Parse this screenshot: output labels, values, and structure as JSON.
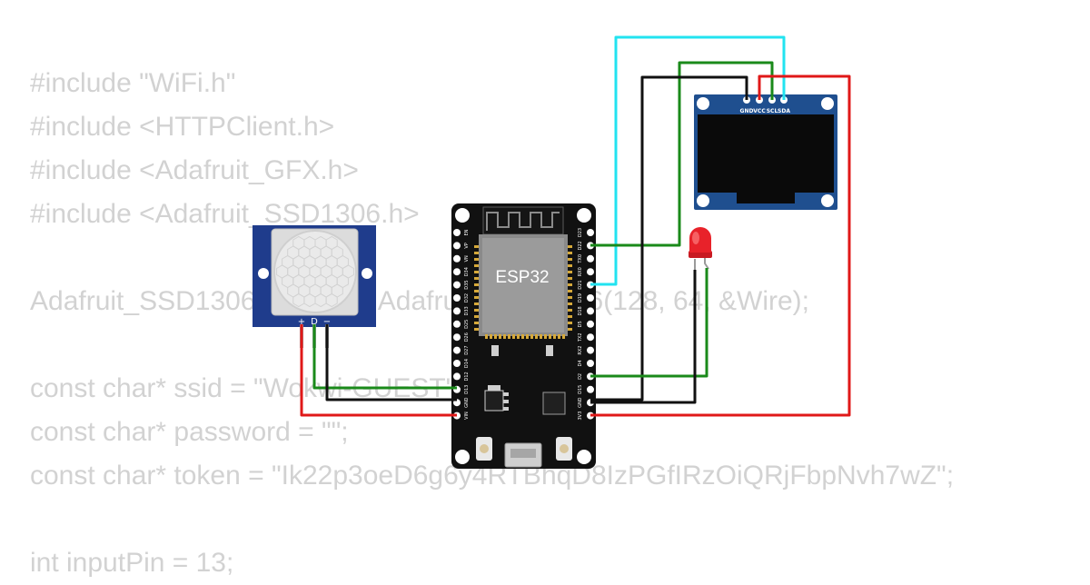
{
  "code_lines": [
    "#include \"WiFi.h\"",
    "#include <HTTPClient.h>",
    "#include <Adafruit_GFX.h>",
    "#include <Adafruit_SSD1306.h>",
    "",
    "Adafruit_SSD1306 display = Adafruit_SSD1306(128, 64, &Wire);",
    "",
    "const char* ssid = \"Wokwi-GUEST\";",
    "const char* password = \"\";",
    "const char* token = \"Ik22p3oeD6g6y4RTBhqD8IzPGfIRzOiQRjFbpNvh7wZ\";",
    "",
    "int inputPin = 13;"
  ],
  "esp32": {
    "label": "ESP32",
    "left_pins": [
      "EN",
      "VP",
      "VN",
      "D34",
      "D35",
      "D32",
      "D33",
      "D25",
      "D26",
      "D27",
      "D14",
      "D12",
      "D13",
      "GND",
      "VIN"
    ],
    "right_pins": [
      "D23",
      "D22",
      "TX0",
      "RX0",
      "D21",
      "D19",
      "D18",
      "D5",
      "TX2",
      "RX2",
      "D4",
      "D2",
      "D15",
      "GND",
      "3V3"
    ]
  },
  "oled": {
    "pins": [
      "GND",
      "VCC",
      "SCL",
      "SDA"
    ]
  },
  "pir": {
    "pins": [
      "+",
      "D",
      "−"
    ]
  },
  "colors": {
    "wire_cyan": "#22e3f0",
    "wire_green": "#1a8a1a",
    "wire_black": "#111111",
    "wire_red": "#e01818",
    "esp_board": "#111111",
    "oled_board": "#1f4f8f",
    "pir_board": "#1f3c8c",
    "led_red": "#e8222a"
  }
}
